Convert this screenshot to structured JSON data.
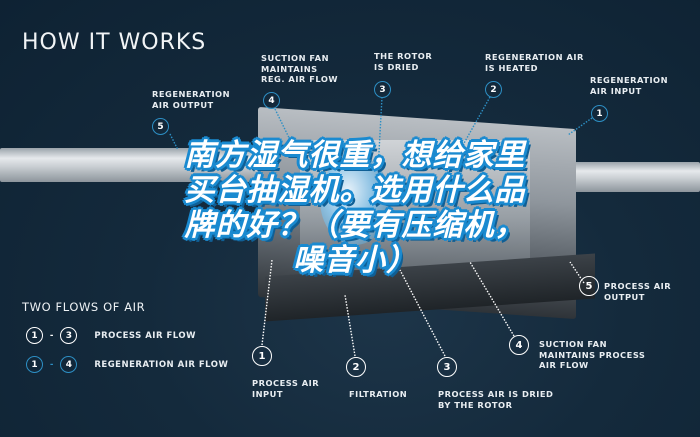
{
  "title": "HOW IT WORKS",
  "overlay_text": "南方湿气很重，想给家里买台抽湿机。选用什么品牌的好？（要有压缩机，噪音小）",
  "overlay_lines": [
    "南方湿气很重，想给家里",
    "买台抽湿机。选用什么品",
    "牌的好？（要有压缩机，",
    "噪音小）"
  ],
  "colors": {
    "background": "#142a3c",
    "regeneration_accent": "#2d8fc4",
    "process_accent": "#ffffff",
    "overlay_outline": "#1a8ad0",
    "text": "#e9eef2"
  },
  "top_callouts": [
    {
      "number": "5",
      "flow": "regeneration",
      "label": "REGENERATION\nAIR OUTPUT"
    },
    {
      "number": "4",
      "flow": "regeneration",
      "label": "SUCTION FAN\nMAINTAINS\nREG. AIR FLOW"
    },
    {
      "number": "3",
      "flow": "regeneration",
      "label": "THE ROTOR\nIS DRIED"
    },
    {
      "number": "2",
      "flow": "regeneration",
      "label": "REGENERATION AIR\nIS HEATED"
    },
    {
      "number": "1",
      "flow": "regeneration",
      "label": "REGENERATION\nAIR INPUT"
    }
  ],
  "bottom_callouts": [
    {
      "number": "1",
      "flow": "process",
      "label": "PROCESS AIR\nINPUT"
    },
    {
      "number": "2",
      "flow": "process",
      "label": "FILTRATION"
    },
    {
      "number": "3",
      "flow": "process",
      "label": "PROCESS AIR IS DRIED\nBY THE ROTOR"
    },
    {
      "number": "4",
      "flow": "process",
      "label": "SUCTION FAN\nMAINTAINS PROCESS\nAIR FLOW"
    },
    {
      "number": "5",
      "flow": "process",
      "label": "PROCESS AIR\nOUTPUT"
    }
  ],
  "legend": {
    "title": "TWO FLOWS OF AIR",
    "rows": [
      {
        "from": "1",
        "to": "3",
        "dash": "-",
        "label": "PROCESS AIR FLOW",
        "flow": "process"
      },
      {
        "from": "1",
        "to": "4",
        "dash": "-",
        "label": "REGENERATION AIR FLOW",
        "flow": "regeneration"
      }
    ]
  }
}
